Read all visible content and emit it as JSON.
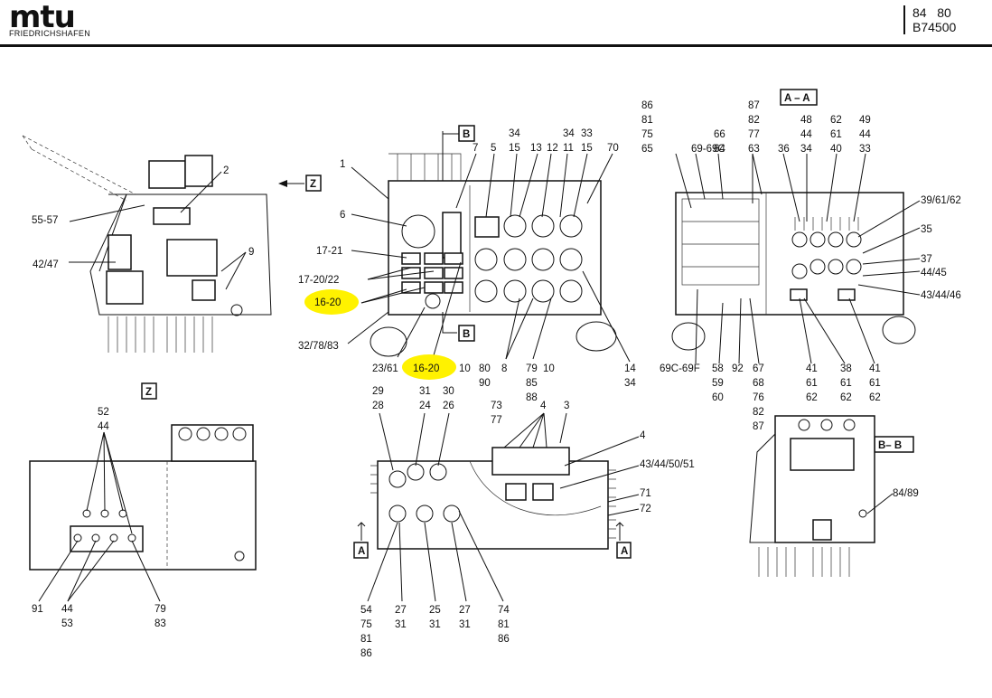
{
  "header": {
    "logo": "mtu",
    "logo_sub": "FRIEDRICHSHAFEN",
    "doc_line1": "84   80",
    "doc_line2": "B74500"
  },
  "section_labels": {
    "z_arrow": "Z",
    "z_view": "Z",
    "b_top": "B",
    "b_bottom": "B",
    "aa_title": "A – A",
    "bb_title": "B– B",
    "a_left": "A",
    "a_right": "A"
  },
  "callouts": {
    "left": [
      "2",
      "55-57",
      "42/47",
      "9"
    ],
    "center_top": [
      "1",
      "6",
      "17-21",
      "17-20/22",
      "16-20",
      "32/78/83",
      "23/61",
      "16-20",
      "10",
      "80",
      "90",
      "8",
      "79",
      "85",
      "88",
      "10",
      "14",
      "34",
      "7",
      "5",
      "34",
      "15",
      "13",
      "12",
      "11",
      "34",
      "33",
      "15",
      "70",
      "73",
      "77"
    ],
    "right_top": [
      "86",
      "81",
      "75",
      "65",
      "69-69C",
      "66",
      "64",
      "87",
      "82",
      "77",
      "63",
      "36",
      "48",
      "44",
      "34",
      "62",
      "61",
      "40",
      "49",
      "44",
      "33",
      "39/61/62",
      "35",
      "37",
      "44/45",
      "43/44/46",
      "69C-69F",
      "58",
      "59",
      "60",
      "92",
      "67",
      "68",
      "76",
      "82",
      "87",
      "41",
      "61",
      "62",
      "38",
      "61",
      "62",
      "41",
      "61",
      "62"
    ],
    "z_view": [
      "52",
      "44",
      "91",
      "44",
      "53",
      "79",
      "83"
    ],
    "center_bottom": [
      "29",
      "28",
      "31",
      "24",
      "30",
      "26",
      "4",
      "3",
      "4",
      "43/44/50/51",
      "71",
      "72",
      "54",
      "75",
      "81",
      "86",
      "27",
      "31",
      "25",
      "31",
      "27",
      "31",
      "74",
      "81",
      "86"
    ],
    "bb_view": [
      "84/89"
    ]
  }
}
